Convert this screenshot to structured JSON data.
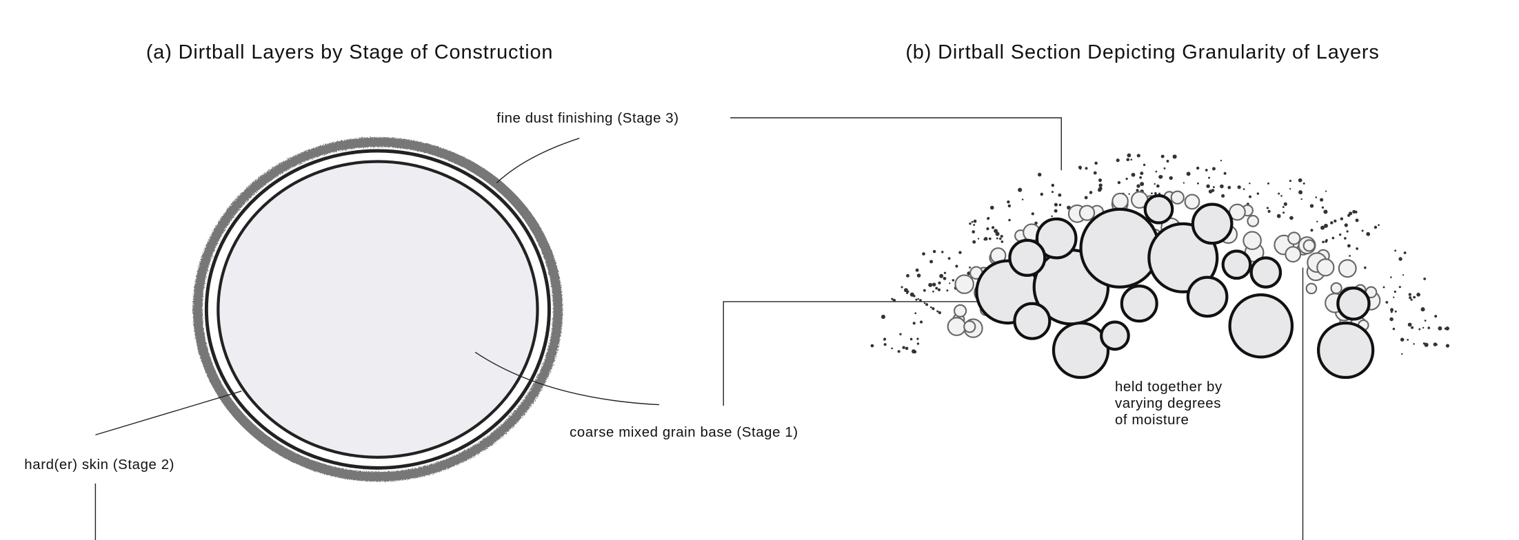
{
  "titles": {
    "a": "(a) Dirtball Layers by Stage of Construction",
    "b": "(b) Dirtball Section Depicting Granularity of Layers"
  },
  "labels": {
    "stage3": "fine dust finishing (Stage 3)",
    "stage1": "coarse mixed grain base (Stage 1)",
    "stage2": "hard(er) skin (Stage 2)",
    "moisture": [
      "held together by",
      "varying degrees",
      "of moisture"
    ]
  },
  "colors": {
    "ink": "#111111",
    "fill": "#eeeef2"
  }
}
